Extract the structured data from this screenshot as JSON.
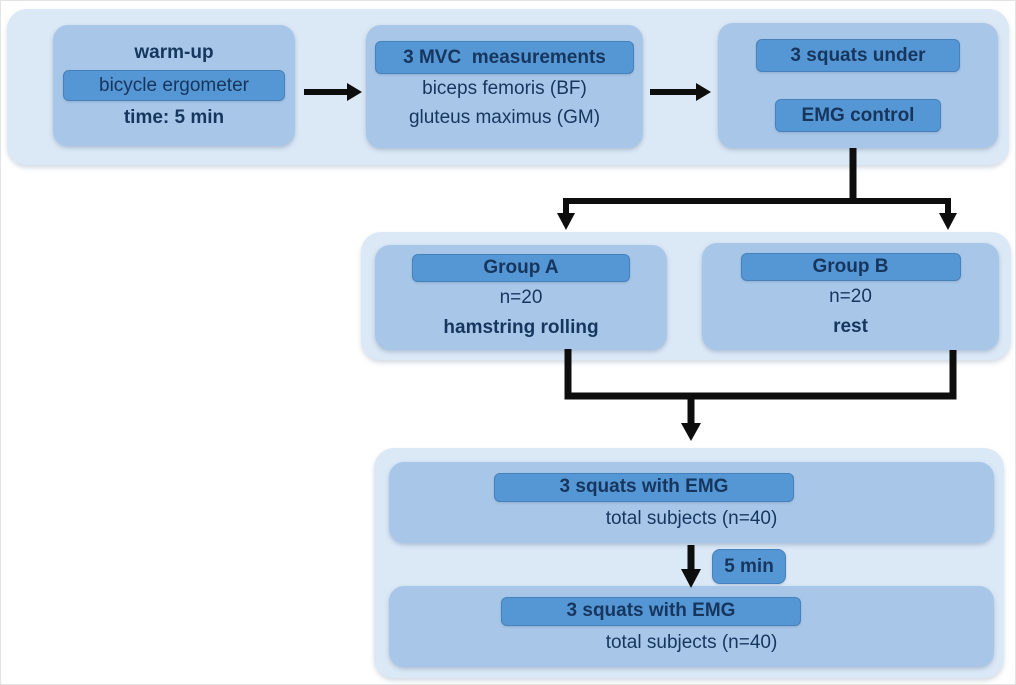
{
  "colors": {
    "page_bg": "#ffffff",
    "container_bg": "#dbe8f6",
    "box_bg": "#a8c7e8",
    "band_bg": "#5596d4",
    "ink": "#17365d",
    "arrow": "#0d0d0d"
  },
  "top_row": {
    "warmup": {
      "title": "warm-up",
      "method": "bicycle ergometer",
      "duration": "time: 5 min"
    },
    "mvc": {
      "title": "3 MVC  measurements",
      "muscle1": "biceps femoris (BF)",
      "muscle2": "gluteus maximus (GM)"
    },
    "pretest": {
      "line1": "3 squats under",
      "line2": "EMG control"
    }
  },
  "groups": {
    "a": {
      "name": "Group A",
      "size": "n=20",
      "intervention": "hamstring rolling"
    },
    "b": {
      "name": "Group B",
      "size": "n=20",
      "intervention": "rest"
    }
  },
  "posttest": {
    "first": {
      "title": "3 squats with EMG",
      "subjects": "total subjects (n=40)"
    },
    "interval": "5 min",
    "second": {
      "title": "3 squats with EMG",
      "subjects": "total subjects (n=40)"
    }
  }
}
